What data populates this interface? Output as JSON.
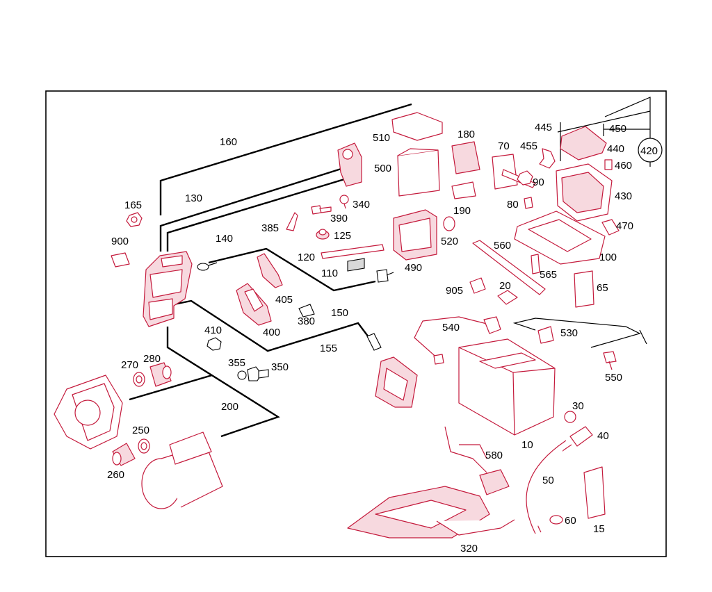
{
  "diagram": {
    "labels": [
      "10",
      "15",
      "20",
      "30",
      "40",
      "50",
      "60",
      "65",
      "70",
      "80",
      "90",
      "100",
      "110",
      "120",
      "125",
      "130",
      "140",
      "150",
      "155",
      "160",
      "165",
      "180",
      "190",
      "200",
      "250",
      "260",
      "270",
      "280",
      "320",
      "340",
      "350",
      "355",
      "380",
      "385",
      "390",
      "400",
      "405",
      "410",
      "420",
      "430",
      "440",
      "445",
      "450",
      "455",
      "460",
      "470",
      "490",
      "500",
      "510",
      "520",
      "530",
      "540",
      "550",
      "560",
      "565",
      "580",
      "900",
      "905"
    ]
  },
  "colors": {
    "part_line": "#c41a3c",
    "line": "#000000",
    "background": "#ffffff"
  }
}
